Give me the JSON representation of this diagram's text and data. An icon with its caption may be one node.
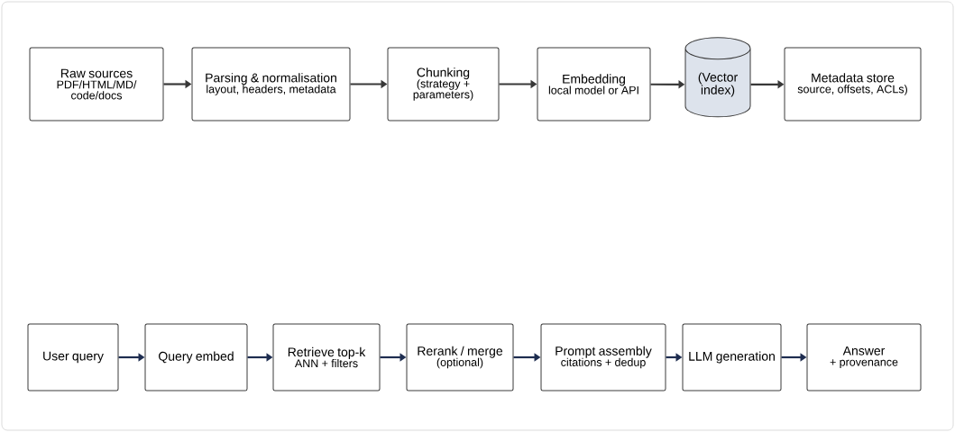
{
  "diagram": {
    "nodes": [
      {
        "text": [
          "Raw sources",
          "PDF/HTML/MD/ code/docs"
        ]
      },
      {
        "text": [
          "Parsing & normalisation",
          "layout, headers, metadata"
        ]
      },
      {
        "text": [
          "Chunking",
          "(strategy + parameters)"
        ]
      },
      {
        "text": [
          "Embedding",
          "local model or API"
        ]
      },
      {
        "text": [
          "(Vector index)"
        ]
      },
      {
        "text": [
          "Metadata store",
          "source, offsets, ACLs)"
        ]
      },
      {
        "text": [
          "User query"
        ]
      },
      {
        "text": [
          "Query embed"
        ]
      },
      {
        "text": [
          "Retrieve top-k",
          "ANN + filters"
        ]
      },
      {
        "text": [
          "Rerank / merge",
          "(optional)"
        ]
      },
      {
        "text": [
          "Prompt assembly",
          "citations + dedup"
        ]
      },
      {
        "text": [
          "LLM generation"
        ]
      },
      {
        "text": [
          "Answer",
          "+ provenance"
        ]
      }
    ],
    "edges": [
      {
        "from": 0,
        "to": 1,
        "arrow": "to",
        "color": "#383838"
      },
      {
        "from": 1,
        "to": 2,
        "arrow": "to",
        "color": "#383838"
      },
      {
        "from": 2,
        "to": 3,
        "arrow": "to",
        "color": "#383838"
      },
      {
        "from": 3,
        "to": 4,
        "arrow": "to",
        "color": "#383838"
      },
      {
        "from": 4,
        "to": 5,
        "arrow": "to",
        "color": "#383838"
      },
      {
        "from": 6,
        "to": 7,
        "arrow": "to"
      },
      {
        "from": 7,
        "to": 8,
        "arrow": "to"
      },
      {
        "from": 8,
        "to": 9,
        "arrow": "to"
      },
      {
        "from": 9,
        "to": 10,
        "arrow": "to"
      },
      {
        "from": 10,
        "to": 11,
        "arrow": "to"
      },
      {
        "from": 11,
        "to": 12,
        "arrow": "to"
      }
    ]
  }
}
